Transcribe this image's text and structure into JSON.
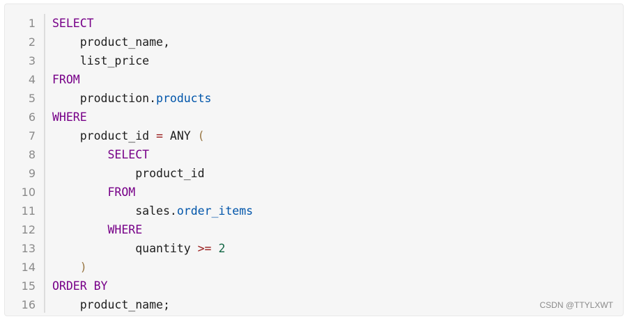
{
  "code": {
    "lines": [
      {
        "n": "1",
        "tokens": [
          {
            "t": "SELECT",
            "c": "kw"
          }
        ]
      },
      {
        "n": "2",
        "tokens": [
          {
            "t": "    product_name,",
            "c": "plain"
          }
        ]
      },
      {
        "n": "3",
        "tokens": [
          {
            "t": "    list_price",
            "c": "plain"
          }
        ]
      },
      {
        "n": "4",
        "tokens": [
          {
            "t": "FROM",
            "c": "kw"
          }
        ]
      },
      {
        "n": "5",
        "tokens": [
          {
            "t": "    production",
            "c": "plain"
          },
          {
            "t": ".",
            "c": "plain"
          },
          {
            "t": "products",
            "c": "prop"
          }
        ]
      },
      {
        "n": "6",
        "tokens": [
          {
            "t": "WHERE",
            "c": "kw"
          }
        ]
      },
      {
        "n": "7",
        "tokens": [
          {
            "t": "    product_id ",
            "c": "plain"
          },
          {
            "t": "=",
            "c": "op"
          },
          {
            "t": " ANY ",
            "c": "plain"
          },
          {
            "t": "(",
            "c": "br"
          }
        ]
      },
      {
        "n": "8",
        "tokens": [
          {
            "t": "        ",
            "c": "plain"
          },
          {
            "t": "SELECT",
            "c": "kw"
          }
        ]
      },
      {
        "n": "9",
        "tokens": [
          {
            "t": "            product_id",
            "c": "plain"
          }
        ]
      },
      {
        "n": "10",
        "tokens": [
          {
            "t": "        ",
            "c": "plain"
          },
          {
            "t": "FROM",
            "c": "kw"
          }
        ]
      },
      {
        "n": "11",
        "tokens": [
          {
            "t": "            sales",
            "c": "plain"
          },
          {
            "t": ".",
            "c": "plain"
          },
          {
            "t": "order_items",
            "c": "prop"
          }
        ]
      },
      {
        "n": "12",
        "tokens": [
          {
            "t": "        ",
            "c": "plain"
          },
          {
            "t": "WHERE",
            "c": "kw"
          }
        ]
      },
      {
        "n": "13",
        "tokens": [
          {
            "t": "            quantity ",
            "c": "plain"
          },
          {
            "t": ">=",
            "c": "op"
          },
          {
            "t": " ",
            "c": "plain"
          },
          {
            "t": "2",
            "c": "num"
          }
        ]
      },
      {
        "n": "14",
        "tokens": [
          {
            "t": "    ",
            "c": "plain"
          },
          {
            "t": ")",
            "c": "br"
          }
        ]
      },
      {
        "n": "15",
        "tokens": [
          {
            "t": "ORDER BY",
            "c": "kw"
          }
        ]
      },
      {
        "n": "16",
        "tokens": [
          {
            "t": "    product_name;",
            "c": "plain"
          }
        ]
      }
    ]
  },
  "watermark": "CSDN @TTYLXWT",
  "colors": {
    "keyword": "#770088",
    "property": "#0055aa",
    "operator": "#981a1a",
    "number": "#116644",
    "bracket": "#997744",
    "text": "#1e1e1e",
    "line_number": "#8a8a8a",
    "background": "#f6f6f6"
  }
}
